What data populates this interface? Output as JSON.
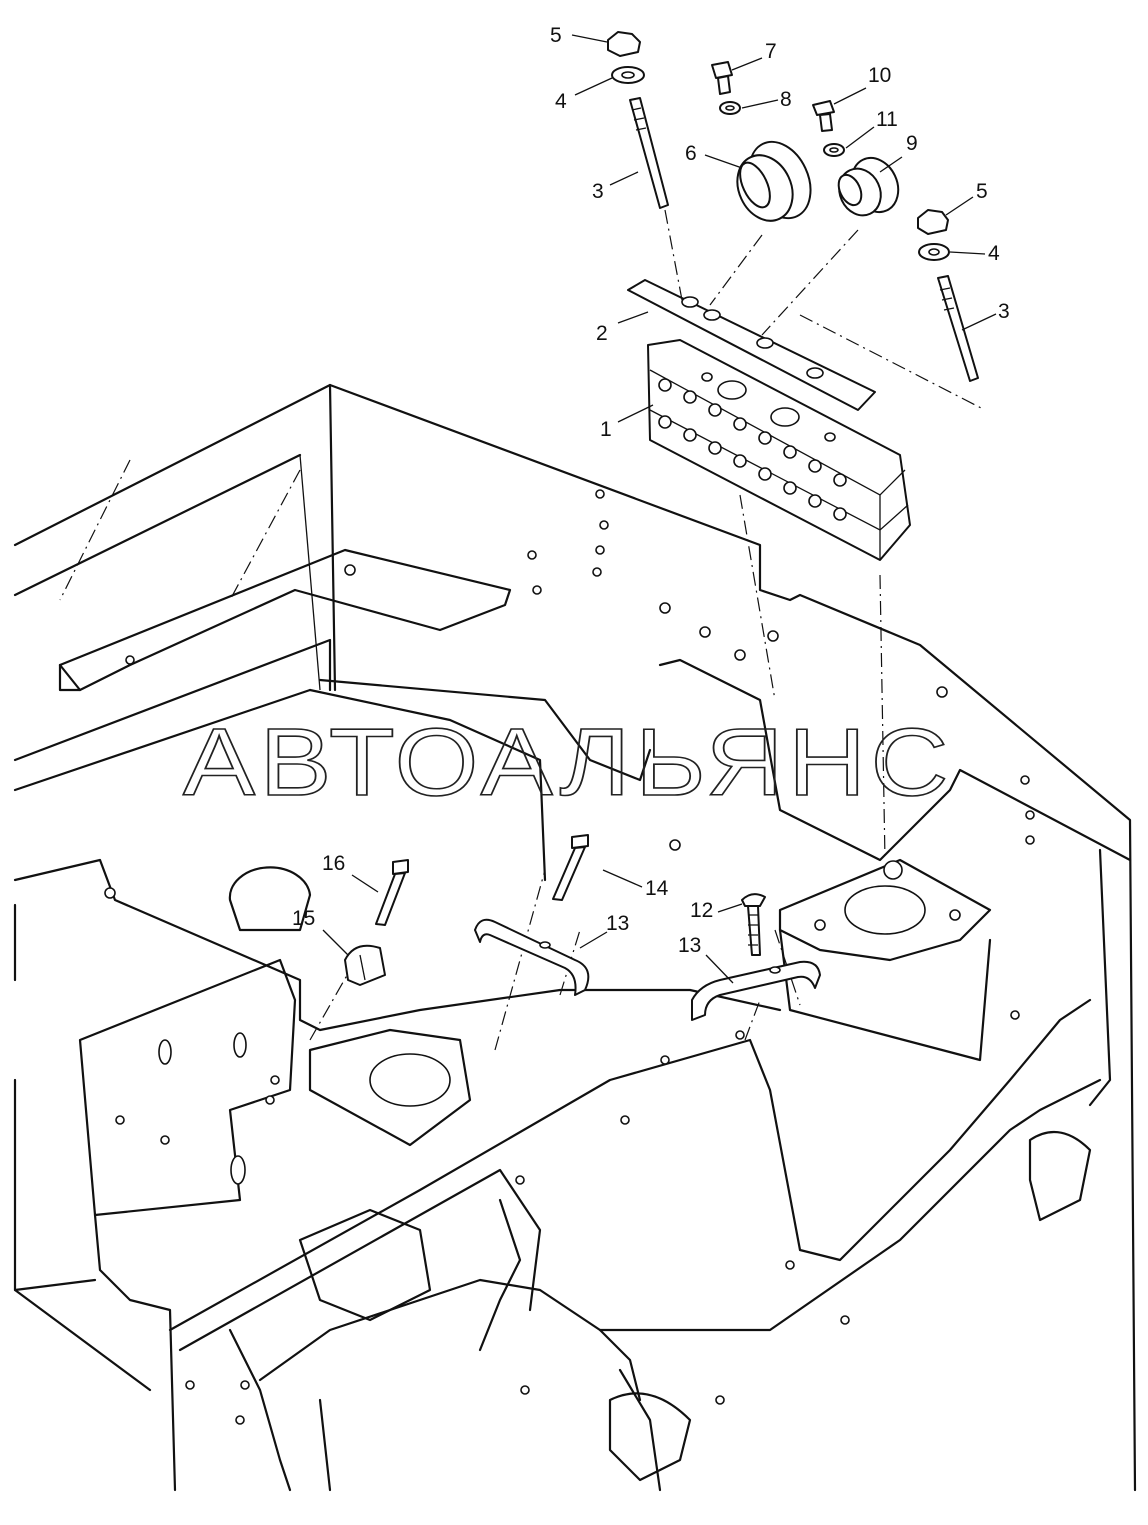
{
  "watermark": "АВТОАЛЬЯНС",
  "callouts": [
    {
      "id": "c5a",
      "label": "5"
    },
    {
      "id": "c4a",
      "label": "4"
    },
    {
      "id": "c3a",
      "label": "3"
    },
    {
      "id": "c7",
      "label": "7"
    },
    {
      "id": "c8",
      "label": "8"
    },
    {
      "id": "c6",
      "label": "6"
    },
    {
      "id": "c10",
      "label": "10"
    },
    {
      "id": "c11",
      "label": "11"
    },
    {
      "id": "c9",
      "label": "9"
    },
    {
      "id": "c5b",
      "label": "5"
    },
    {
      "id": "c4b",
      "label": "4"
    },
    {
      "id": "c3b",
      "label": "3"
    },
    {
      "id": "c2",
      "label": "2"
    },
    {
      "id": "c1",
      "label": "1"
    },
    {
      "id": "c16",
      "label": "16"
    },
    {
      "id": "c15",
      "label": "15"
    },
    {
      "id": "c14",
      "label": "14"
    },
    {
      "id": "c13a",
      "label": "13"
    },
    {
      "id": "c12",
      "label": "12"
    },
    {
      "id": "c13b",
      "label": "13"
    }
  ]
}
